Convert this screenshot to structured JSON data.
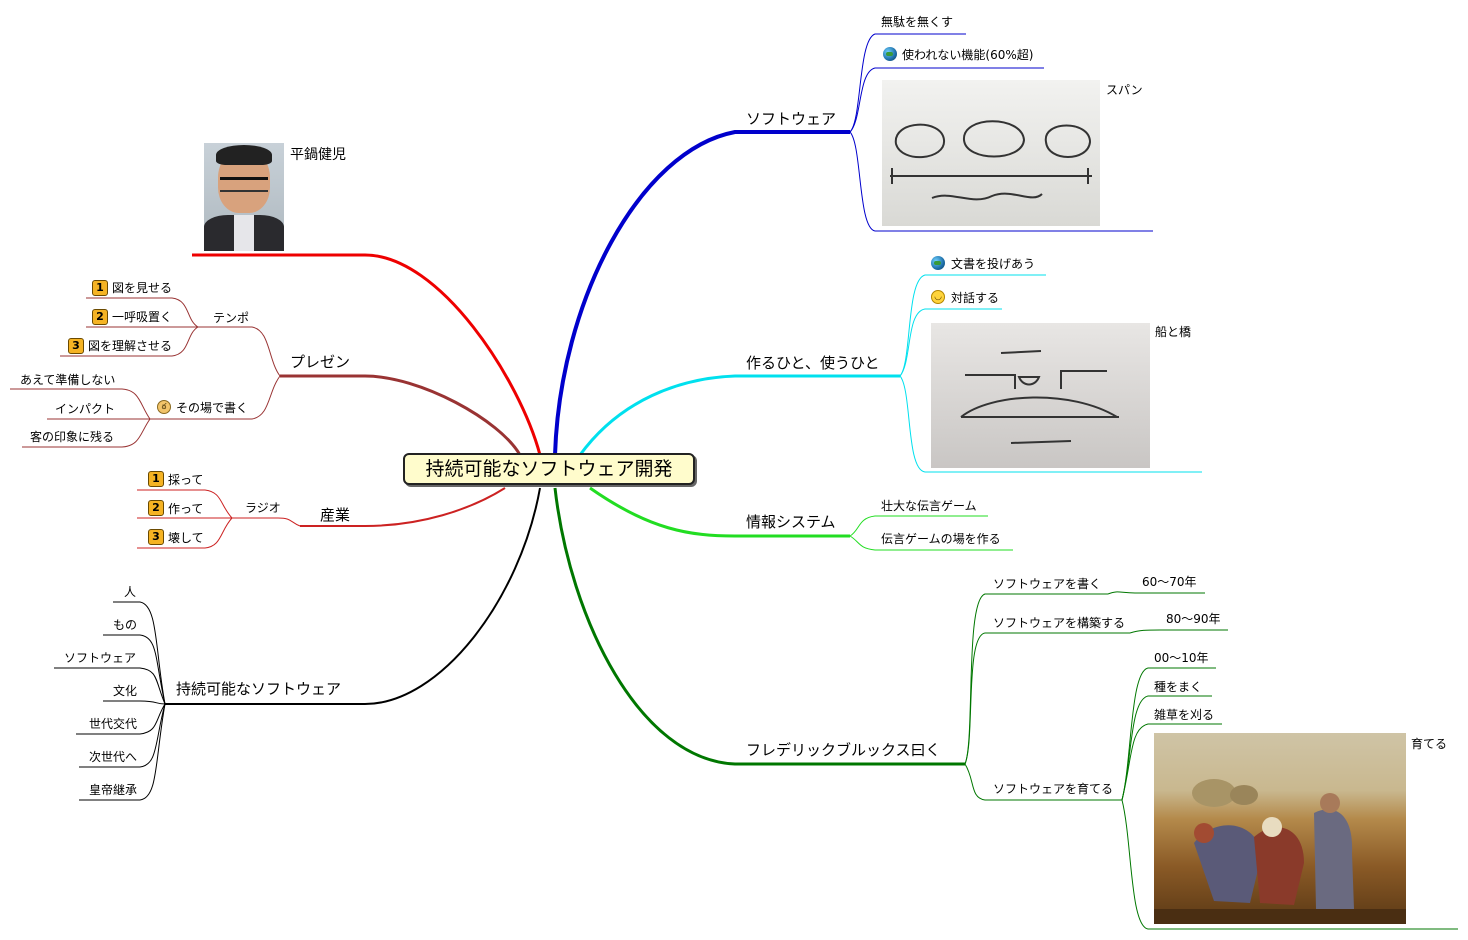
{
  "center": {
    "label": "持続可能なソフトウェア開発"
  },
  "branches": {
    "software": {
      "label": "ソフトウェア",
      "children": [
        "無駄を無くす",
        "使われない機能(60%超)"
      ],
      "image_caption": "スパン"
    },
    "makers_users": {
      "label": "作るひと、使うひと",
      "children": [
        "文書を投げあう",
        "対話する"
      ],
      "image_caption": "船と橋"
    },
    "info_system": {
      "label": "情報システム",
      "children": [
        "壮大な伝言ゲーム",
        "伝言ゲームの場を作る"
      ]
    },
    "brooks": {
      "label": "フレデリックブルックス曰く",
      "write": {
        "label": "ソフトウェアを書く",
        "era": "60〜70年"
      },
      "build": {
        "label": "ソフトウェアを構築する",
        "era": "80〜90年"
      },
      "grow": {
        "label": "ソフトウェアを育てる",
        "era": "00〜10年",
        "steps": [
          "種をまく",
          "雑草を刈る"
        ],
        "image_caption": "育てる"
      }
    },
    "person": {
      "label": "平鍋健児"
    },
    "presen": {
      "label": "プレゼン",
      "tempo": {
        "label": "テンポ",
        "items": [
          "図を見せる",
          "一呼吸置く",
          "図を理解させる"
        ],
        "numbers": [
          "1",
          "2",
          "3"
        ]
      },
      "onsite": {
        "label": "その場で書く",
        "items": [
          "あえて準備しない",
          "インパクト",
          "客の印象に残る"
        ]
      }
    },
    "industry": {
      "label": "産業",
      "radio": {
        "label": "ラジオ",
        "items": [
          "採って",
          "作って",
          "壊して"
        ],
        "numbers": [
          "1",
          "2",
          "3"
        ]
      }
    },
    "sustainable": {
      "label": "持続可能なソフトウェア",
      "items": [
        "人",
        "もの",
        "ソフトウェア",
        "文化",
        "世代交代",
        "次世代へ",
        "皇帝継承"
      ]
    }
  },
  "colors": {
    "software": "#0000cc",
    "makers_users": "#00e0ee",
    "info_system": "#22dd22",
    "brooks": "#007700",
    "person": "#ee0000",
    "presen": "#993333",
    "industry": "#cc2222",
    "sustainable": "#000000"
  }
}
